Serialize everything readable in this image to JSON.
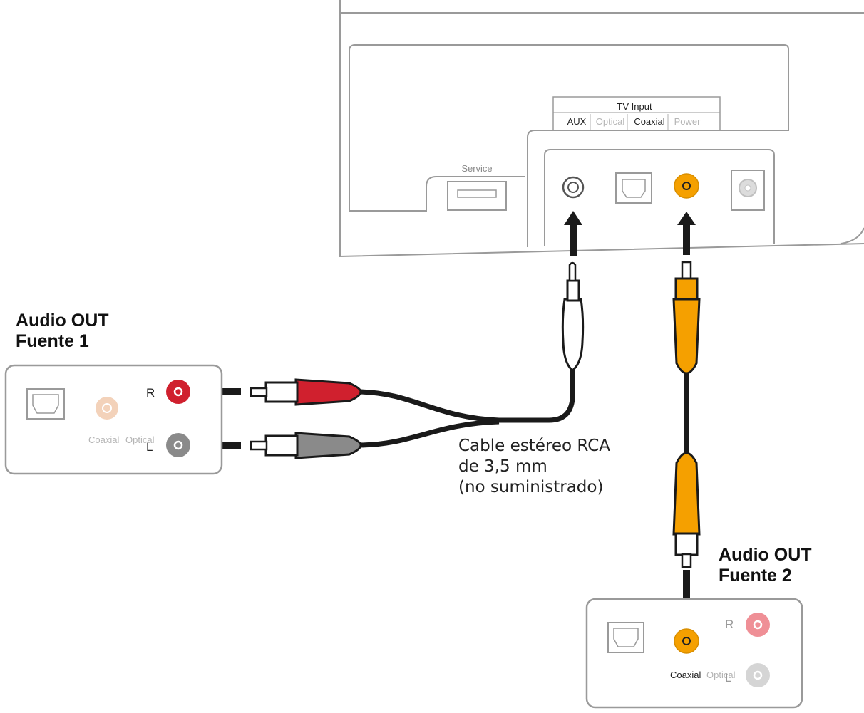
{
  "soundbar": {
    "tv_input_label": "TV Input",
    "ports": {
      "aux": "AUX",
      "optical": "Optical",
      "coaxial": "Coaxial",
      "power": "Power"
    },
    "service_label": "Service"
  },
  "source1": {
    "title_line1": "Audio OUT",
    "title_line2": "Fuente 1",
    "r_label": "R",
    "l_label": "L",
    "coaxial_label": "Coaxial",
    "optical_label": "Optical"
  },
  "source2": {
    "title_line1": "Audio OUT",
    "title_line2": "Fuente 2",
    "r_label": "R",
    "l_label": "L",
    "coaxial_label": "Coaxial",
    "optical_label": "Optical"
  },
  "cable_note": {
    "line1": "Cable estéreo RCA",
    "line2": "de 3,5 mm",
    "line3": "(no suministrado)"
  },
  "colors": {
    "outline": "#9a9a9a",
    "red_rca": "#d0202e",
    "gray_rca": "#8a8a8a",
    "orange_rca": "#f5a000",
    "cable_black": "#1a1a1a",
    "faded_coax": "#f3d2ba",
    "faded_red": "#ef8f96"
  }
}
